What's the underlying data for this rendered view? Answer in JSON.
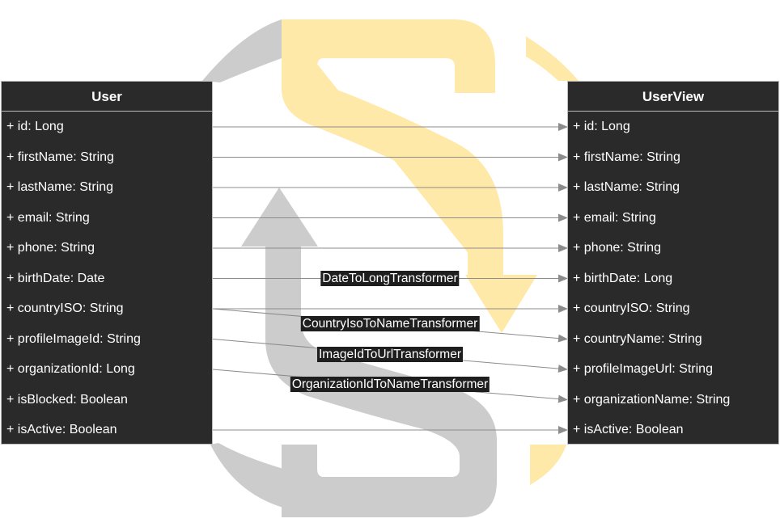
{
  "source_class": {
    "name": "User",
    "attributes": [
      "+ id: Long",
      "+ firstName: String",
      "+ lastName: String",
      "+ email: String",
      "+ phone: String",
      "+ birthDate: Date",
      "+ countryISO: String",
      "+ profileImageId: String",
      "+ organizationId: Long",
      "+ isBlocked: Boolean",
      "+ isActive: Boolean"
    ]
  },
  "target_class": {
    "name": "UserView",
    "attributes": [
      "+ id: Long",
      "+ firstName: String",
      "+ lastName: String",
      "+ email: String",
      "+ phone: String",
      "+ birthDate: Long",
      "+ countryISO: String",
      "+ countryName: String",
      "+ profileImageUrl: String",
      "+ organizationName: String",
      "+ isActive: Boolean"
    ]
  },
  "mappings": [
    {
      "from": 0,
      "to": 0,
      "label": ""
    },
    {
      "from": 1,
      "to": 1,
      "label": ""
    },
    {
      "from": 2,
      "to": 2,
      "label": ""
    },
    {
      "from": 3,
      "to": 3,
      "label": ""
    },
    {
      "from": 4,
      "to": 4,
      "label": ""
    },
    {
      "from": 5,
      "to": 5,
      "label": "DateToLongTransformer"
    },
    {
      "from": 6,
      "to": 6,
      "label": ""
    },
    {
      "from": 6,
      "to": 7,
      "label": "CountryIsoToNameTransformer"
    },
    {
      "from": 7,
      "to": 8,
      "label": "ImageIdToUrlTransformer"
    },
    {
      "from": 8,
      "to": 9,
      "label": "OrganizationIdToNameTransformer"
    },
    {
      "from": 10,
      "to": 10,
      "label": ""
    }
  ],
  "colors": {
    "class_fill": "#2a2a2a",
    "class_text": "#ffffff",
    "connector": "#8c8c8c",
    "logo_gray": "#cccccc",
    "logo_yellow": "#ffe9a8"
  }
}
